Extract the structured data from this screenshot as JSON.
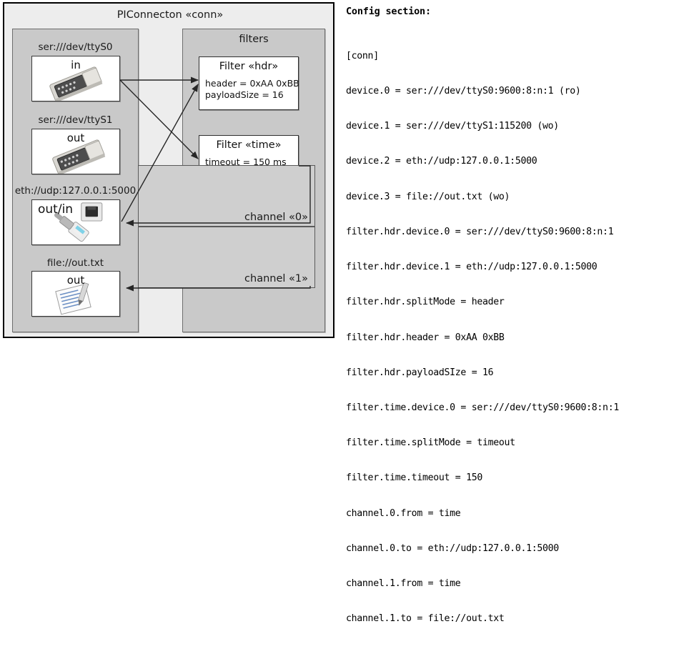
{
  "diagram": {
    "title": "PIConnecton «conn»",
    "devices_panel": {
      "title": "",
      "items": [
        {
          "label": "ser:///dev/ttyS0",
          "direction": "in",
          "icon": "serial-port-icon"
        },
        {
          "label": "ser:///dev/ttyS1",
          "direction": "out",
          "icon": "serial-port-icon"
        },
        {
          "label": "eth://udp:127.0.0.1:5000",
          "direction": "out/in",
          "icon": "ethernet-plug-icon"
        },
        {
          "label": "file://out.txt",
          "direction": "out",
          "icon": "text-file-icon"
        }
      ]
    },
    "filters_panel": {
      "title": "filters",
      "filters": [
        {
          "title": "Filter «hdr»",
          "props": [
            "header = 0xAA 0xBB",
            "payloadSize = 16"
          ]
        },
        {
          "title": "Filter «time»",
          "props": [
            "timeout = 150 ms"
          ]
        }
      ]
    },
    "channels": [
      {
        "label": "channel «0»"
      },
      {
        "label": "channel «1»"
      }
    ],
    "colors": {
      "panel_grey": "#c9c9c9",
      "channel_grey": "#cfcfcf",
      "outer_grey": "#ededed",
      "box_white": "#ffffff",
      "line": "#262626",
      "border_dark": "#000000"
    }
  },
  "config": {
    "heading": "Config section:",
    "lines": [
      "[conn]",
      "device.0 = ser:///dev/ttyS0:9600:8:n:1 (ro)",
      "device.1 = ser:///dev/ttyS1:115200 (wo)",
      "device.2 = eth://udp:127.0.0.1:5000",
      "device.3 = file://out.txt (wo)",
      "filter.hdr.device.0 = ser:///dev/ttyS0:9600:8:n:1",
      "filter.hdr.device.1 = eth://udp:127.0.0.1:5000",
      "filter.hdr.splitMode = header",
      "filter.hdr.header = 0xAA 0xBB",
      "filter.hdr.payloadSIze = 16",
      "filter.time.device.0 = ser:///dev/ttyS0:9600:8:n:1",
      "filter.time.splitMode = timeout",
      "filter.time.timeout = 150",
      "channel.0.from = time",
      "channel.0.to = eth://udp:127.0.0.1:5000",
      "channel.1.from = time",
      "channel.1.to = file://out.txt"
    ]
  }
}
